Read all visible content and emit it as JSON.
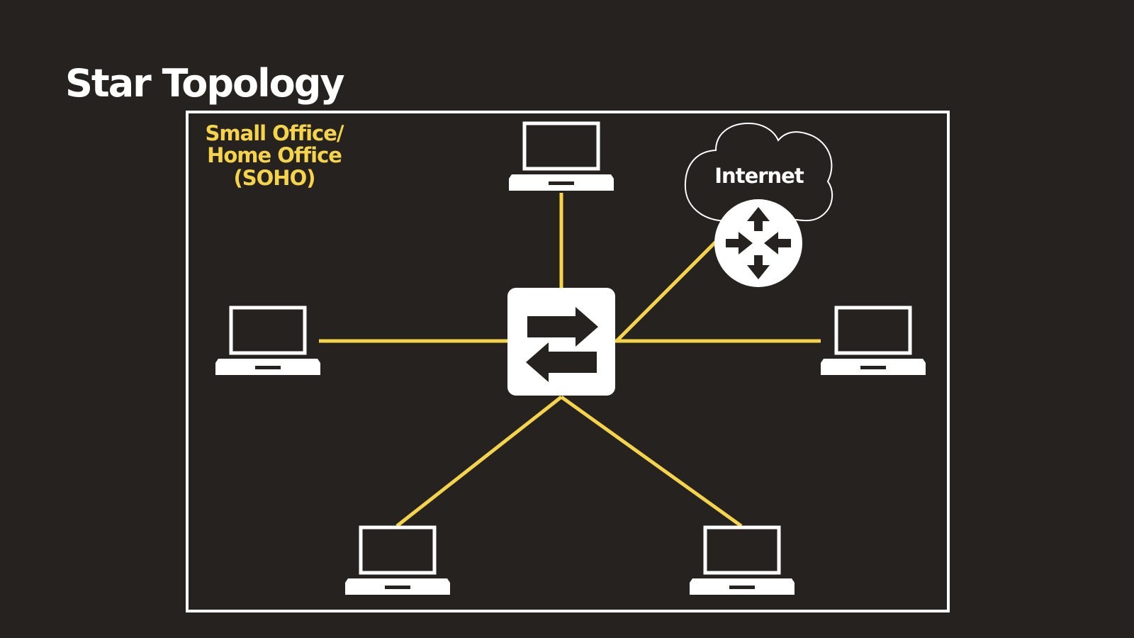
{
  "slide": {
    "title": "Star Topology"
  },
  "region": {
    "label_lines": [
      "Small Office/",
      "Home Office",
      "(SOHO)"
    ]
  },
  "cloud": {
    "label": "Internet",
    "icon": "cloud-icon"
  },
  "devices": {
    "hub": {
      "icon": "switch-icon"
    },
    "router": {
      "icon": "router-icon"
    },
    "endpoints": [
      {
        "id": "top",
        "icon": "laptop-icon"
      },
      {
        "id": "left",
        "icon": "laptop-icon"
      },
      {
        "id": "right",
        "icon": "laptop-icon"
      },
      {
        "id": "bottom-left",
        "icon": "laptop-icon"
      },
      {
        "id": "bottom-right",
        "icon": "laptop-icon"
      }
    ]
  },
  "links": [
    {
      "from": "switch",
      "to": "laptop-top"
    },
    {
      "from": "switch",
      "to": "laptop-left"
    },
    {
      "from": "switch",
      "to": "laptop-right"
    },
    {
      "from": "switch",
      "to": "laptop-bottom-left"
    },
    {
      "from": "switch",
      "to": "laptop-bottom-right"
    },
    {
      "from": "switch",
      "to": "router"
    }
  ],
  "colors": {
    "background": "#252220",
    "accent": "#f5d34a",
    "foreground": "#ffffff"
  }
}
